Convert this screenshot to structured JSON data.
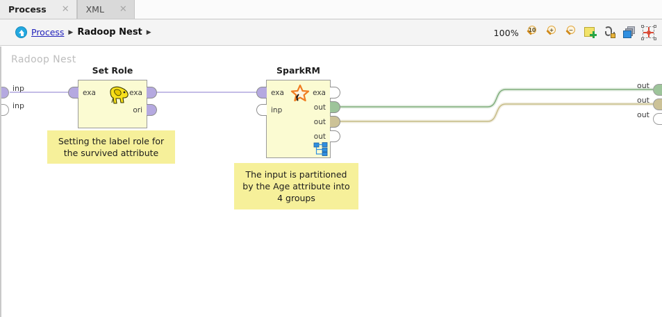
{
  "tabs": [
    {
      "label": "Process",
      "active": true,
      "close_icon": "✕"
    },
    {
      "label": "XML",
      "active": false,
      "close_icon": "✕"
    }
  ],
  "breadcrumb": {
    "up_icon": "up-arrow-icon",
    "link": "Process",
    "separator": "▶",
    "current": "Radoop Nest",
    "trailing_separator": "▶"
  },
  "toolbar": {
    "zoom_level": "100%",
    "buttons": [
      {
        "name": "zoom-reset-button",
        "icon": "magnifier-100-icon",
        "symbol": "10"
      },
      {
        "name": "zoom-in-button",
        "icon": "magnifier-plus-icon",
        "symbol": "+"
      },
      {
        "name": "zoom-out-button",
        "icon": "magnifier-minus-icon",
        "symbol": "−"
      },
      {
        "name": "add-note-button",
        "icon": "add-note-icon",
        "symbol": ""
      },
      {
        "name": "connect-ports-button",
        "icon": "plug-icon",
        "symbol": ""
      },
      {
        "name": "arrange-layers-button",
        "icon": "layers-icon",
        "symbol": ""
      },
      {
        "name": "auto-fit-button",
        "icon": "auto-fit-icon",
        "symbol": ""
      }
    ]
  },
  "canvas": {
    "title": "Radoop Nest",
    "nest_inputs": [
      {
        "label": "inp",
        "state": "connected"
      },
      {
        "label": "inp",
        "state": "empty"
      }
    ],
    "nest_outputs": [
      {
        "label": "out",
        "state": "green"
      },
      {
        "label": "out",
        "state": "tan"
      },
      {
        "label": "out",
        "state": "empty"
      }
    ],
    "operators": [
      {
        "name": "set-role",
        "title": "Set Role",
        "icon": "hadoop-elephant-icon",
        "inputs": [
          {
            "label": "exa",
            "state": "connected"
          }
        ],
        "outputs": [
          {
            "label": "exa",
            "state": "connected"
          },
          {
            "label": "ori",
            "state": "connected"
          }
        ]
      },
      {
        "name": "spark-rm",
        "title": "SparkRM",
        "icon": "spark-star-icon",
        "sub_icon": "subprocess-tree-icon",
        "inputs": [
          {
            "label": "exa",
            "state": "connected"
          },
          {
            "label": "inp",
            "state": "empty"
          }
        ],
        "outputs": [
          {
            "label": "exa",
            "state": "empty"
          },
          {
            "label": "out",
            "state": "green"
          },
          {
            "label": "out",
            "state": "tan"
          },
          {
            "label": "out",
            "state": "empty"
          }
        ]
      }
    ],
    "notes": [
      {
        "name": "note-set-role",
        "text": "Setting the label role for the survived attribute"
      },
      {
        "name": "note-spark-rm",
        "text": "The input is partitioned by the Age attribute into 4 groups"
      }
    ]
  },
  "colors": {
    "operator_body": "#fbfbd2",
    "note_background": "#f6f09a",
    "connection_purple": "#b0a6dd",
    "connection_green": "#7fae7c",
    "connection_tan": "#c6bb86",
    "link_blue": "#2222bb",
    "canvas_title_gray": "#bdbdbd"
  }
}
